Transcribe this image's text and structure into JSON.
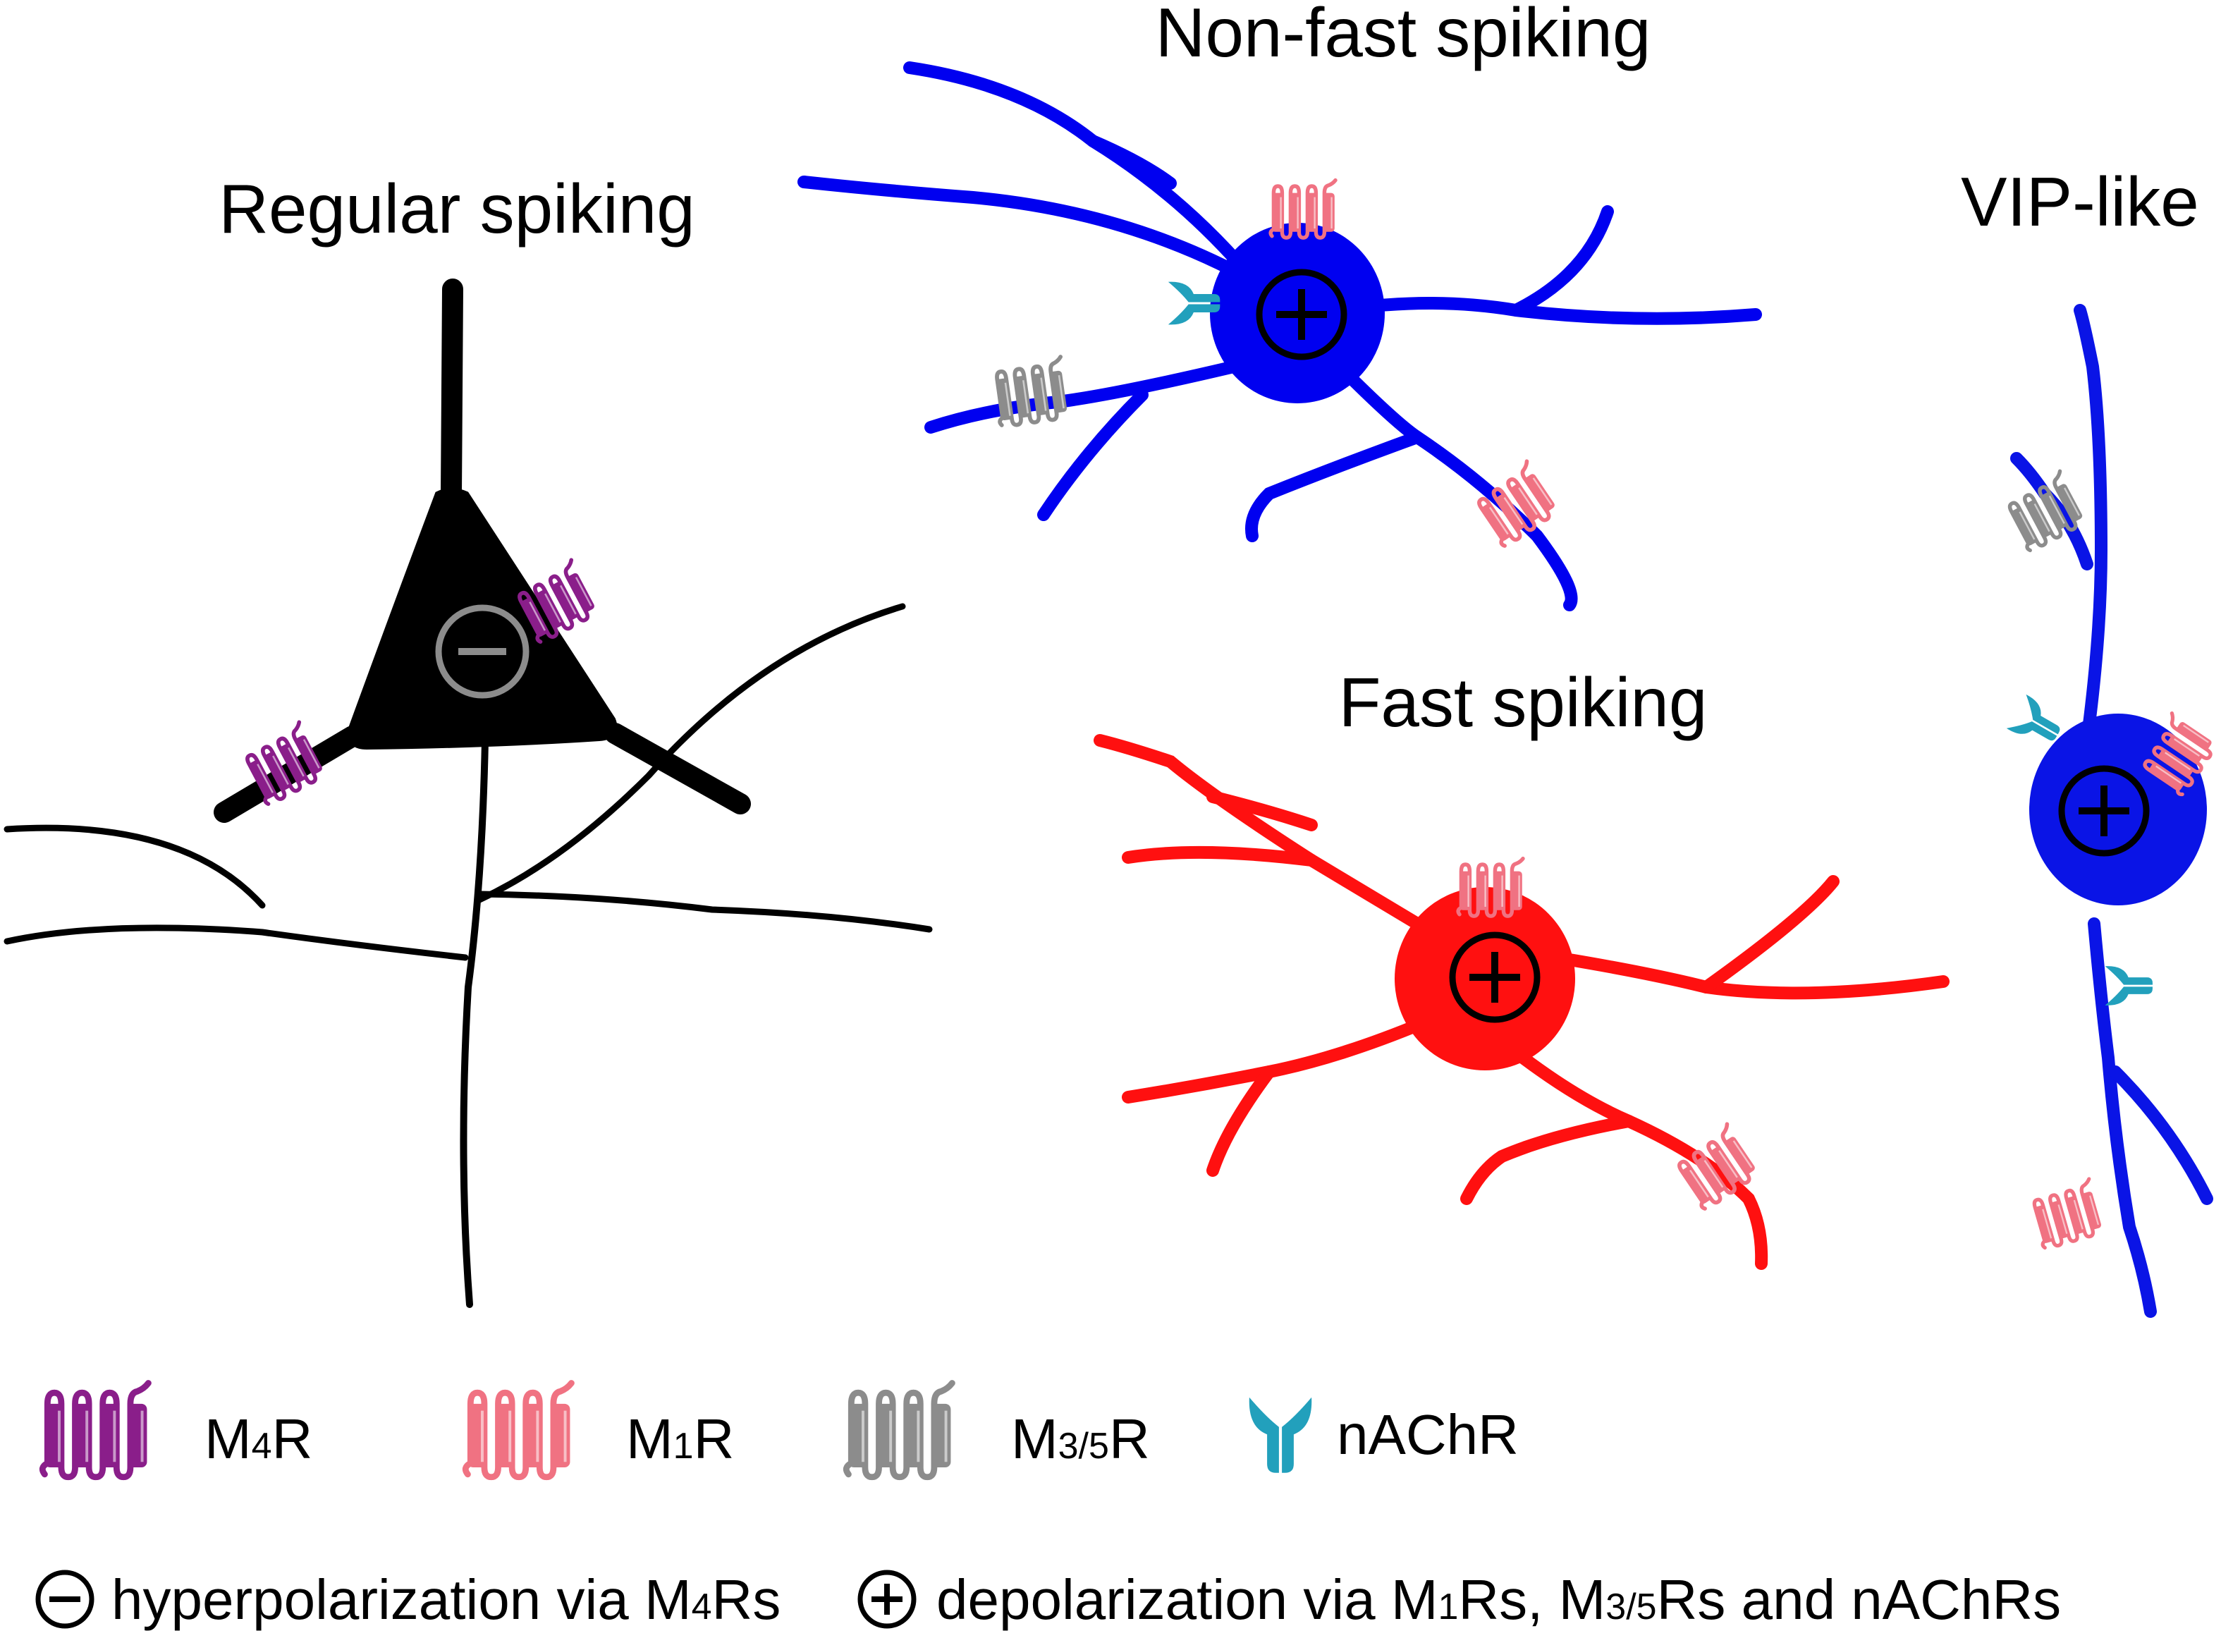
{
  "colors": {
    "regular": "#000000",
    "nonfast": "#0000f0",
    "fast": "#ff1010",
    "vip": "#0a14e6",
    "m4r": "#8a1e8a",
    "m1r": "#f07282",
    "m35r": "#8c8c8c",
    "nachr": "#22a0bc",
    "minus_ring": "#8c8c8c"
  },
  "neurons": {
    "regular": {
      "title": "Regular spiking",
      "sign": "minus",
      "sign_icon": "minus-circle-icon"
    },
    "nonfast": {
      "title": "Non-fast spiking",
      "sign": "plus",
      "sign_icon": "plus-circle-icon"
    },
    "fast": {
      "title": "Fast spiking",
      "sign": "plus",
      "sign_icon": "plus-circle-icon"
    },
    "vip": {
      "title": "VIP-like",
      "sign": "plus",
      "sign_icon": "plus-circle-icon"
    }
  },
  "legend": {
    "m4r": {
      "main": "M",
      "sub": "4",
      "tail": "R",
      "icon": "m4-receptor-icon"
    },
    "m1r": {
      "main": "M",
      "sub": "1",
      "tail": "R",
      "icon": "m1-receptor-icon"
    },
    "m35r": {
      "main": "M",
      "sub": "3/5",
      "tail": "R",
      "icon": "m35-receptor-icon"
    },
    "nachr": {
      "main": "nAChR",
      "icon": "nicotinic-receptor-icon"
    }
  },
  "notes": {
    "hyper": {
      "text": "hyperpolarization via M",
      "sub": "4",
      "tail": "Rs",
      "icon": "minus-circle-icon"
    },
    "depol": {
      "text": "depolarization via M",
      "sub1": "1",
      "mid": "Rs, M",
      "sub2": "3/5",
      "tail": "Rs and nAChRs",
      "icon": "plus-circle-icon"
    }
  }
}
